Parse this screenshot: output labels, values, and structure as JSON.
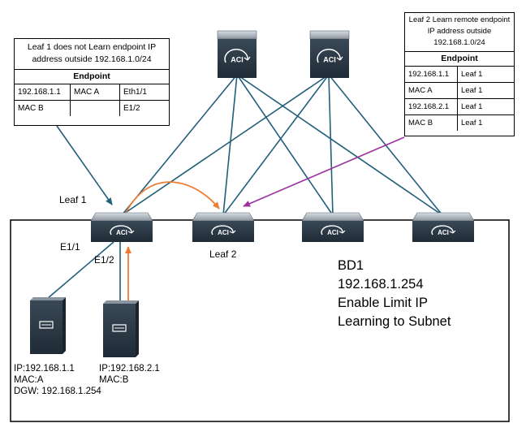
{
  "leaf1_note": {
    "caption": "Leaf 1 does not Learn endpoint IP address outside 192.168.1.0/24",
    "header": "Endpoint",
    "rows": [
      [
        "192.168.1.1",
        "MAC A",
        "Eth1/1"
      ],
      [
        "MAC B",
        "",
        "E1/2"
      ]
    ]
  },
  "leaf2_note": {
    "caption": "Leaf 2 Learn remote endpoint IP address outside 192.168.1.0/24",
    "header": "Endpoint",
    "rows": [
      [
        "192.168.1.1",
        "Leaf 1"
      ],
      [
        "MAC A",
        "Leaf 1"
      ],
      [
        "192.168.2.1",
        "Leaf 1"
      ],
      [
        "MAC B",
        "Leaf 1"
      ]
    ]
  },
  "switch_logo": "ACI",
  "labels": {
    "leaf1": "Leaf 1",
    "leaf2": "Leaf 2",
    "e1_1": "E1/1",
    "e1_2": "E1/2"
  },
  "bd": {
    "line1": "BD1",
    "line2": "192.168.1.254",
    "line3": "Enable Limit IP",
    "line4": "Learning to Subnet"
  },
  "endpoint1": {
    "line1": "IP:192.168.1.1",
    "line2": "MAC:A",
    "line3": "DGW: 192.168.1.254"
  },
  "endpoint2": {
    "line1": "IP:192.168.2.1",
    "line2": "MAC:B"
  },
  "colors": {
    "link": "#215f7a",
    "traffic": "#ed7d31",
    "remote": "#9b30a0",
    "switch_body": "#2b3a48"
  }
}
